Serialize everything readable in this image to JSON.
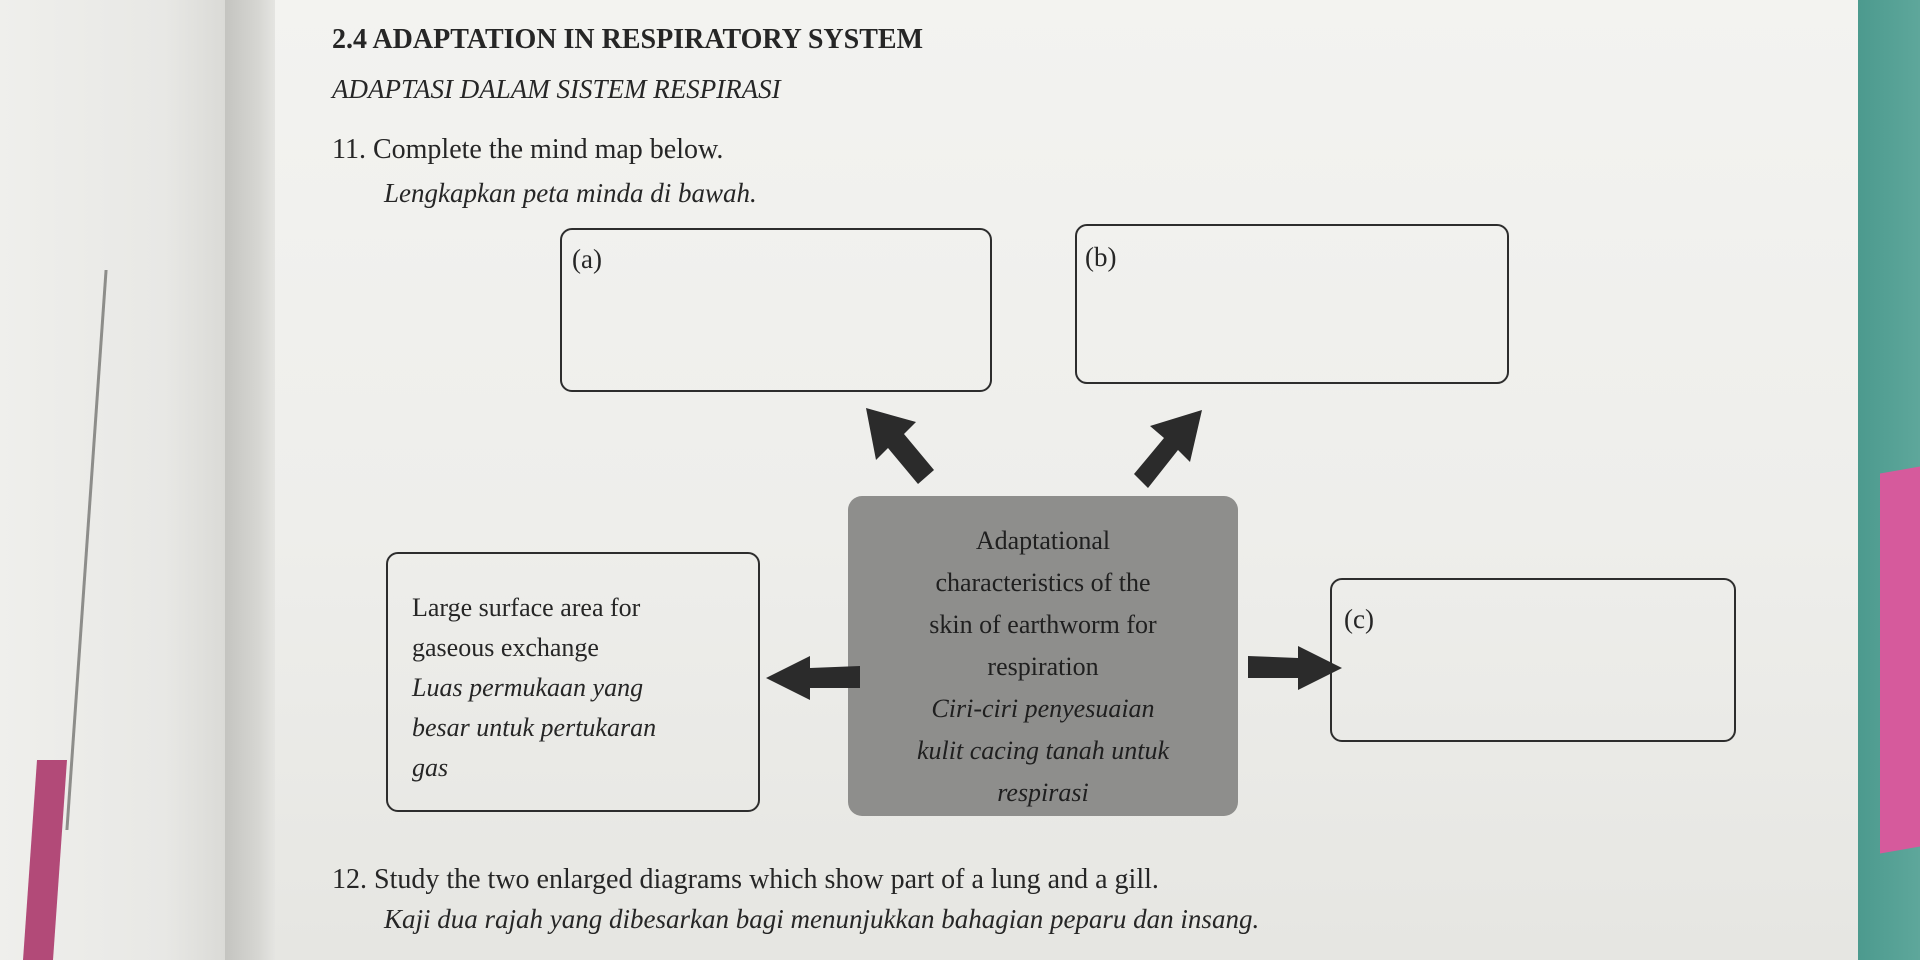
{
  "header": {
    "title": "2.4  ADAPTATION IN RESPIRATORY SYSTEM",
    "subtitle": "ADAPTASI DALAM SISTEM RESPIRASI"
  },
  "question11": {
    "instruction": "11. Complete the mind map below.",
    "instruction_malay": "Lengkapkan peta minda di bawah."
  },
  "mind_map": {
    "box_a_label": "(a)",
    "box_b_label": "(b)",
    "box_c_label": "(c)",
    "left_box": {
      "line1": "Large surface area  for",
      "line2": "gaseous exchange",
      "line3": "Luas permukaan yang",
      "line4": "besar untuk pertukaran",
      "line5": "gas"
    },
    "center": {
      "line1": "Adaptational",
      "line2": "characteristics of the",
      "line3": "skin of earthworm for",
      "line4": "respiration",
      "line5": "Ciri-ciri penyesuaian",
      "line6": "kulit cacing tanah untuk",
      "line7": "respirasi"
    }
  },
  "question12": {
    "instruction": "12. Study the two enlarged diagrams which show part of a lung and a gill.",
    "instruction_malay": "Kaji dua rajah yang dibesarkan bagi menunjukkan bahagian peparu dan insang."
  },
  "colors": {
    "center_box": "#8e8e8c",
    "arrow": "#2b2b2b",
    "text": "#262626"
  }
}
